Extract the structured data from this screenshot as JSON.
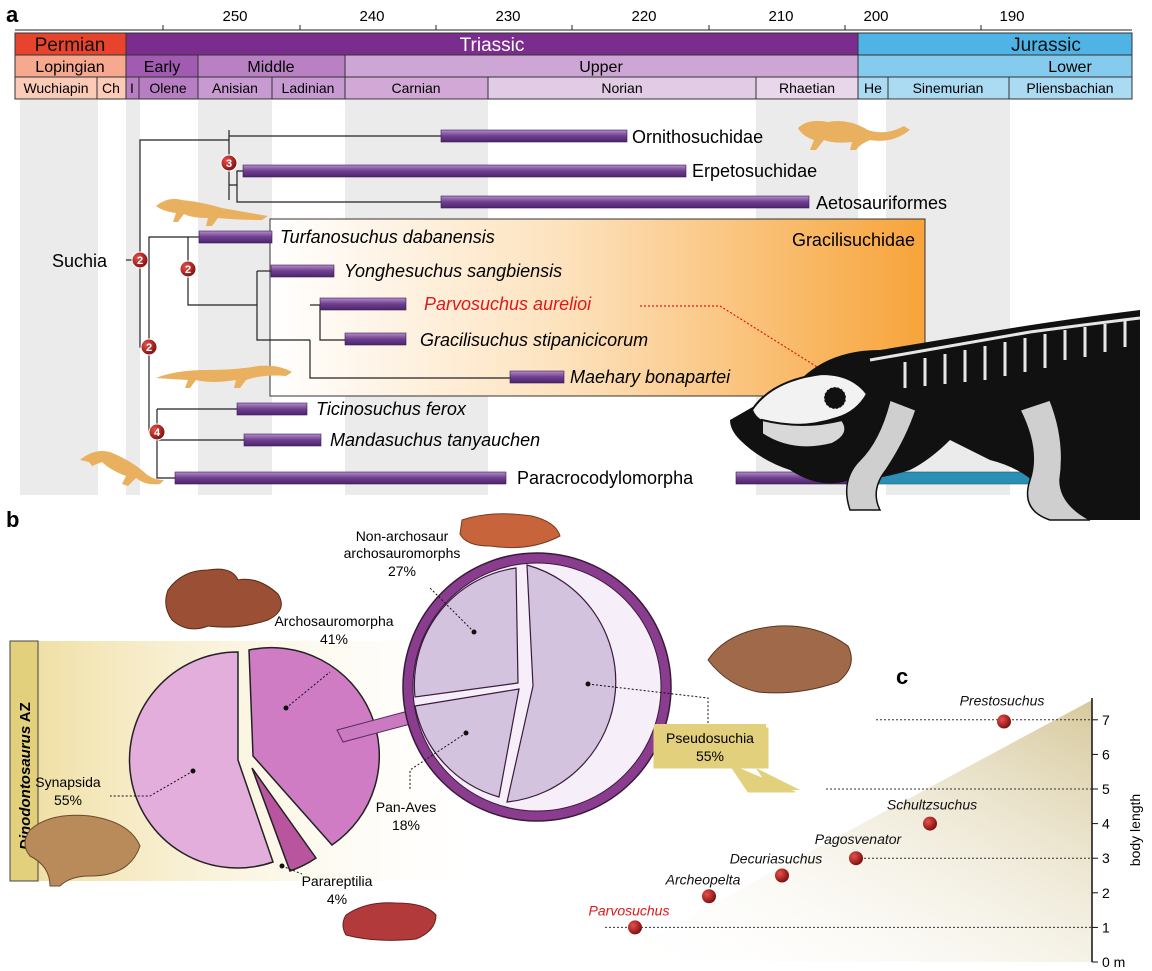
{
  "panels": {
    "a": "a",
    "b": "b",
    "c": "c"
  },
  "timescale": {
    "ticks": [
      "250",
      "240",
      "230",
      "220",
      "210",
      "200",
      "190"
    ],
    "periods": [
      {
        "name": "Permian",
        "color": "#e8432c"
      },
      {
        "name": "Triassic",
        "color": "#7b2d8e"
      },
      {
        "name": "Jurassic",
        "color": "#4fb3e6"
      }
    ],
    "epochs": [
      "Lopingian",
      "Early",
      "Middle",
      "Upper",
      "Lower"
    ],
    "stages": [
      "Wuchiapin",
      "Ch",
      "I",
      "Olene",
      "Anisian",
      "Ladinian",
      "Carnian",
      "Norian",
      "Rhaetian",
      "He",
      "Sinemurian",
      "Pliensbachian"
    ]
  },
  "tree": {
    "clade_label": "Suchia",
    "node_numbers": [
      "3",
      "2",
      "2",
      "2",
      "4"
    ],
    "group_label": "Gracilisuchidae",
    "taxa": [
      {
        "name": "Ornithosuchidae",
        "italic": false,
        "highlight": false
      },
      {
        "name": "Erpetosuchidae",
        "italic": false,
        "highlight": false
      },
      {
        "name": "Aetosauriformes",
        "italic": false,
        "highlight": false
      },
      {
        "name": "Turfanosuchus dabanensis",
        "italic": true,
        "highlight": false
      },
      {
        "name": "Yonghesuchus sangbiensis",
        "italic": true,
        "highlight": false
      },
      {
        "name": "Parvosuchus aurelioi",
        "italic": true,
        "highlight": true
      },
      {
        "name": "Gracilisuchus stipanicicorum",
        "italic": true,
        "highlight": false
      },
      {
        "name": "Maehary bonapartei",
        "italic": true,
        "highlight": false
      },
      {
        "name": "Ticinosuchus ferox",
        "italic": true,
        "highlight": false
      },
      {
        "name": "Mandasuchus tanyauchen",
        "italic": true,
        "highlight": false
      },
      {
        "name": "Paracrocodylomorpha",
        "italic": false,
        "highlight": false
      }
    ]
  },
  "assemblage": {
    "zone_label_italic": "Dinodontosaurus",
    "zone_label_suffix": " AZ",
    "left_pie": [
      {
        "name": "Synapsida",
        "percent": "55%",
        "color": "#e3aedc"
      },
      {
        "name": "Parareptilia",
        "percent": "4%",
        "color": "#b9559f"
      },
      {
        "name": "Archosauromorpha",
        "percent": "41%",
        "color": "#cf7cc4"
      }
    ],
    "right_pie": [
      {
        "name": "Pseudosuchia",
        "percent": "55%",
        "color": "#d4c3de"
      },
      {
        "name": "Pan-Aves",
        "percent": "18%",
        "color": "#d4c3de"
      },
      {
        "name": "Non-archosaur archosauromorphs",
        "line1": "Non-archosaur",
        "line2": "archosauromorphs",
        "percent": "27%",
        "color": "#d4c3de"
      }
    ]
  },
  "chart_data": {
    "type": "scatter",
    "ylabel": "body length",
    "yticks": [
      "0 m",
      "1",
      "2",
      "3",
      "4",
      "5",
      "6",
      "7"
    ],
    "ylim": [
      0,
      7.5
    ],
    "points": [
      {
        "name": "Parvosuchus",
        "y": 1.0,
        "highlight": true
      },
      {
        "name": "Archeopelta",
        "y": 1.9,
        "highlight": false
      },
      {
        "name": "Decuriasuchus",
        "y": 2.5,
        "highlight": false
      },
      {
        "name": "Pagosvenator",
        "y": 3.0,
        "highlight": false
      },
      {
        "name": "Schultzsuchus",
        "y": 4.0,
        "highlight": false
      },
      {
        "name": "Prestosuchus",
        "y": 6.95,
        "highlight": false
      }
    ]
  }
}
